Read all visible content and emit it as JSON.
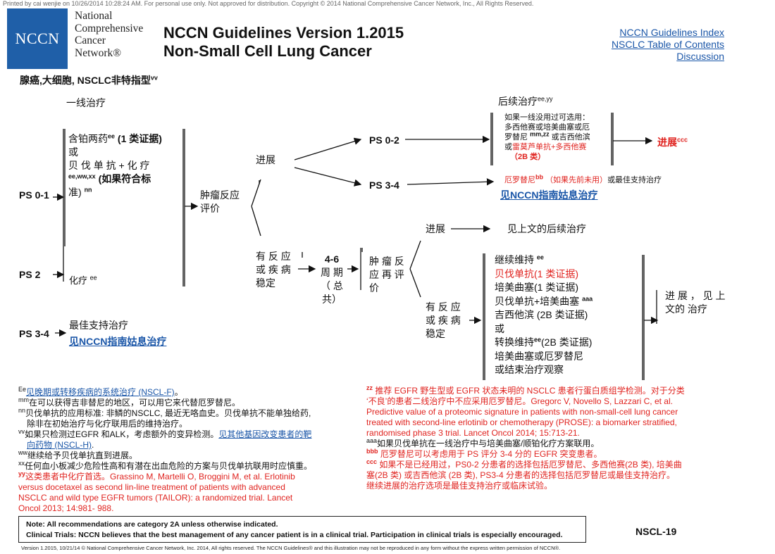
{
  "header": {
    "watermark": "Printed by cai wenjie on 10/26/2014 10:28:24 AM. For personal use only. Not approved for distribution. Copyright © 2014 National Comprehensive Cancer Network, Inc., All Rights Reserved.",
    "logo_text": "NCCN",
    "org_lines": [
      "National",
      "Comprehensive",
      "Cancer",
      "Network®"
    ],
    "title_line1": "NCCN Guidelines Version 1.2015",
    "title_line2": "Non-Small Cell Lung Cancer",
    "links": [
      "NCCN Guidelines Index",
      "NSCLC Table of Contents",
      "Discussion"
    ]
  },
  "subtitle": "腺癌,大细胞, NSCLC非特指型",
  "subtitle_sup": "vv",
  "flow": {
    "first_line": "一线治疗",
    "subsequent": "后续治疗",
    "subsequent_sup": "ee,yy",
    "ps01": "PS 0-1",
    "ps2": "PS 2",
    "ps34": "PS 3-4",
    "platinum_l1": "含铂两药",
    "platinum_l1_sup": "ee",
    "platinum_l1_tail": "(1 类证据)",
    "platinum_l2": "或",
    "platinum_l3": "贝 伐 单 抗 + 化 疗",
    "platinum_l4_sup": "ee,ww,xx",
    "platinum_l4": "(如果符合标",
    "platinum_l5": "准)",
    "platinum_l5_sup": "nn",
    "chemo": "化疗",
    "chemo_sup": "ee",
    "bsc": "最佳支持治疗",
    "palliative_link": "见NCCN指南姑息治疗",
    "tumor_resp_1": "肿瘤反应",
    "tumor_resp_2": "评价",
    "progression": "进展",
    "ps02": "PS 0-2",
    "ps34b": "PS 3-4",
    "opt_l1": "如果一线没用过可选用：",
    "opt_l2": "多西他赛或培美曲塞或厄",
    "opt_l3a": "罗替尼",
    "opt_l3_sup": "mm,zz",
    "opt_l3b": "或吉西他滨",
    "opt_l4a": "或",
    "opt_l4b": "雷莫芦单抗+多西他赛",
    "opt_l5": "（2B 类）",
    "erlot_a": "厄罗替尼",
    "erlot_sup": "bb",
    "erlot_b": "（如果先前未用）",
    "erlot_c": "或最佳支持治疗",
    "palliative_link2": "见NCCN指南姑息治疗",
    "progression_ccc": "进展",
    "progression_ccc_sup": "ccc",
    "response_1": "有 反 应",
    "response_2": "或 疾 病",
    "response_3": "稳定",
    "cycles_1": "4-6",
    "cycles_2": "周 期",
    "cycles_3": "（ 总",
    "cycles_4": "共）",
    "reeval_1": "肿 瘤 反",
    "reeval_2": "应 再 评",
    "reeval_3": "价",
    "progression2": "进展",
    "see_above": "见上文的后续治疗",
    "stable_1": "有 反 应",
    "stable_2": "或 疾 病",
    "stable_3": "稳定",
    "maint_l1": "继续维持",
    "maint_l1_sup": "ee",
    "maint_l2": "贝伐单抗(1 类证据)",
    "maint_l3": "培美曲塞(1 类证据)",
    "maint_l4": "贝伐单抗+培美曲塞",
    "maint_l4_sup": "aaa",
    "maint_l5": "吉西他滨 (2B 类证据)",
    "maint_l6": "或",
    "maint_l7a": "转换维持",
    "maint_l7_sup": "ee",
    "maint_l7b": "(2B 类证据)",
    "maint_l8": "培美曲塞或厄罗替尼",
    "maint_l9": "或结束治疗观察",
    "final_1": "进 展 ， 见 上",
    "final_2": "文的 治疗"
  },
  "footnotes_left": [
    {
      "sup": "Ee",
      "text": "见晚期或转移疾病的系统治疗 (NSCL-F)",
      "tail": "。"
    },
    {
      "sup": "mm",
      "text": "在可以获得吉非替尼的地区，可以用它来代替厄罗替尼。"
    },
    {
      "sup": "nn",
      "text": "贝伐单抗的应用标准: 非鳞的NSCLC, 最近无咯血史。贝伐单抗不能单独给药,"
    },
    {
      "sup": "",
      "text": "除非在初始治疗与化疗联用后的维持治疗。"
    },
    {
      "sup": "vv",
      "text": "如果只检测过EGFR 和ALK，考虑额外的变异检测。",
      "link": "见其他基因改变患者的靶"
    },
    {
      "sup": "",
      "link": "向药物 (NSCL-H)",
      "tail": "."
    },
    {
      "sup": "ww",
      "text": "继续给予贝伐单抗直到进展。"
    },
    {
      "sup": "xx",
      "text": "任何血小板减少危险性高和有潜在出血危险的方案与贝伐单抗联用时应慎重。"
    },
    {
      "sup": "yy",
      "text": "这类患者中化疗首选。Grassino M, Martelli O, Broggini M, et al. Erlotinib"
    },
    {
      "sup": "",
      "text": "versus docetaxel as second lin-line treatment of patients with advanced"
    },
    {
      "sup": "",
      "text": "NSCLC and wild type EGFR tumors (TAILOR): a randomized trial. Lancet"
    },
    {
      "sup": "",
      "text": "Oncol 2013; 14:981-  988."
    }
  ],
  "footnotes_right": [
    {
      "sup": "zz",
      "text": "推荐 EGFR 野生型或 EGFR 状态未明的 NSCLC 患者行蛋白质组学检测。对于分类"
    },
    {
      "sup": "",
      "text": "‘不良’的患者二线治疗中不应采用厄罗替尼。Gregorc V, Novello S, Lazzari C, et al."
    },
    {
      "sup": "",
      "text": "Predictive value of a proteomic signature in patients with non-small-cell lung cancer"
    },
    {
      "sup": "",
      "text": "treated with second-line erlotinib or chemotherapy (PROSE): a biomarker stratified,"
    },
    {
      "sup": "",
      "text": "randomised phase 3 trial. Lancet Oncol 2014; 15:713-21."
    },
    {
      "sup": "aaa",
      "text": "如果贝伐单抗在一线治疗中与培美曲塞/顺铂化疗方案联用。"
    },
    {
      "sup": "bbb",
      "text": "厄罗替尼可以考虑用于 PS 评分 3-4 分的 EGFR 突变患者。"
    },
    {
      "sup": "ccc",
      "text": "如果不是已经用过，PS0-2 分患者的选择包括厄罗替尼、多西他赛(2B 类), 培美曲"
    },
    {
      "sup": "",
      "text": "塞(2B 类) 或吉西他滨 (2B 类), PS3-4 分患者的选择包括厄罗替尼或最佳支持治疗。"
    },
    {
      "sup": "",
      "text": "继续进展的治疗选项是最佳支持治疗或临床试验。"
    }
  ],
  "notes": {
    "line1": "Note:  All recommendations are category 2A unless otherwise indicated.",
    "line2": "Clinical Trials: NCCN believes that the best management of any cancer patient is in a clinical trial. Participation in clinical trials is especially encouraged."
  },
  "page_code": "NSCL-19",
  "footer": "Version 1.2015, 10/21/14 © National Comprehensive Cancer Network, Inc. 2014, All rights reserved. The NCCN Guidelines® and this illustration may not be reproduced in any form without the express written permission of NCCN®."
}
